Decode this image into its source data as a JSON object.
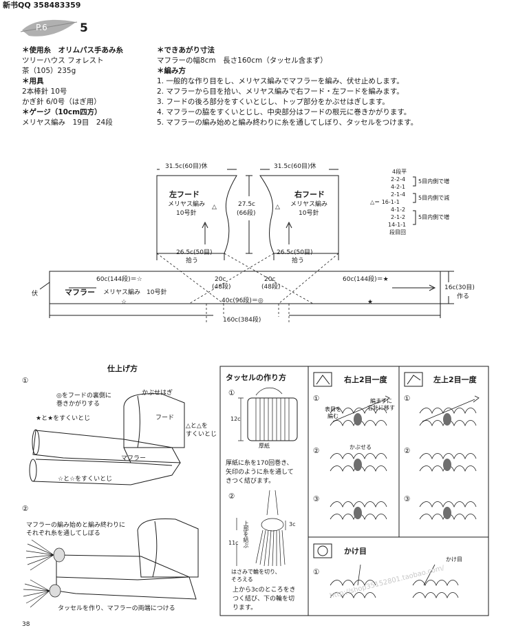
{
  "header": {
    "top_left": "新书QQ 358483359",
    "page_ref": "P.6",
    "pattern_number": "5"
  },
  "materials": {
    "yarn_heading": "＊使用糸　オリムパス手あみ糸",
    "yarn_name": "ツリーハウス フォレスト",
    "yarn_color": "茶（105）235g",
    "tools_heading": "＊用具",
    "tool_1": "2本棒針 10号",
    "tool_2": "かぎ針 6/0号（はぎ用）",
    "gauge_heading": "＊ゲージ（10cm四方）",
    "gauge_value": "メリヤス編み　19目　24段"
  },
  "finished": {
    "heading": "＊できあがり寸法",
    "value": "マフラーの幅8cm　長さ160cm（タッセル含まず）"
  },
  "instructions": {
    "heading": "＊編み方",
    "steps": [
      "1. 一般的な作り目をし、メリヤス編みでマフラーを編み、伏せ止めします。",
      "2. マフラーから目を拾い、メリヤス編みで右フード・左フードを編みます。",
      "3. フードの後ろ部分をすくいとじし、トップ部分をかぶせはぎします。",
      "4. マフラーの脇をすくいとじし、中央部分はフードの根元に巻きかがります。",
      "5. マフラーの編み始めと編み終わりに糸を通してしぼり、タッセルをつけます。"
    ]
  },
  "diagram": {
    "left_hood_top": "31.5c(60目)休",
    "right_hood_top": "31.5c(60目)休",
    "left_hood_title": "左フード",
    "right_hood_title": "右フード",
    "hood_stitch": "メリヤス編み",
    "hood_needle": "10号針",
    "hood_height": "27.5c",
    "hood_rows": "(66段)",
    "triangle": "△",
    "pickup_left": "26.5c(50目)",
    "pickup_right": "26.5c(50目)",
    "pickup_label": "拾う",
    "decrease_rows": [
      "4段平",
      "2-2-4",
      "4-2-1",
      "2-1-4",
      "△＝ 16-1-1",
      "4-1-2",
      "2-1-2",
      "14-1-1",
      "段目回"
    ],
    "decrease_notes": [
      "5目内側で増",
      "5目内側で減",
      "5目内側で増"
    ],
    "bind_off": "伏",
    "muffler_title": "マフラー",
    "muffler_stitch": "メリヤス編み　10号針",
    "muffler_left": "60c(144段)＝☆",
    "muffler_right": "60c(144段)＝★",
    "center_left": "20c",
    "center_left_rows": "(48段)",
    "center_right": "20c",
    "center_right_rows": "(48段)",
    "center_mark": "40c(96段)＝◎",
    "star_open": "☆",
    "star_solid": "★",
    "cast_on": "16c(30目)",
    "cast_on_note": "作る",
    "total_length": "160c(384段)"
  },
  "finishing": {
    "title": "仕上げ方",
    "step1_num": "①",
    "step1_note_a": "◎をフードの裏側に",
    "step1_note_b": "巻きかがりする",
    "step1_kabuse": "かぶせはぎ",
    "step1_hood": "フード",
    "step1_star": "★と★をすくいとじ",
    "step1_tri_a": "△と△を",
    "step1_tri_b": "すくいとじ",
    "step1_muffler": "マフラー",
    "step1_openstar": "☆と☆をすくいとじ",
    "step2_num": "②",
    "step2_note_a": "マフラーの編み始めと編み終わりに",
    "step2_note_b": "それぞれ糸を通してしぼる",
    "step2_tassel": "タッセルを作り、マフラーの両端につける"
  },
  "tassel": {
    "title": "タッセルの作り方",
    "num1": "①",
    "size": "12c",
    "board": "厚紙",
    "desc_1": "厚紙に糸を170回巻き、",
    "desc_2": "矢印のように糸を通して",
    "desc_3": "きつく結びます。",
    "num2": "②",
    "len_3": "3c",
    "len_11": "11c",
    "tie_label": "上部を結ぶ",
    "cut_1": "はさみで輪を切り、",
    "cut_2": "そろえる",
    "desc_4": "上から3cのところをき",
    "desc_5": "つく結び、下の輪を切",
    "desc_6": "ります。"
  },
  "stitch_right": {
    "title": "右上2目一度",
    "n1": "①",
    "n2": "②",
    "n3": "③",
    "note_a1": "表目を",
    "note_a2": "編む",
    "note_b1": "編まずに",
    "note_b2": "右針に移す",
    "note_c": "かぶせる"
  },
  "stitch_left": {
    "title": "左上2目一度",
    "n1": "①",
    "n2": "②",
    "n3": "③"
  },
  "yarn_over": {
    "title": "かけ目",
    "n1": "①",
    "note": "かけ目"
  },
  "footer": {
    "page_number": "38",
    "watermark": "http://shop35152801.taobao.com/"
  },
  "colors": {
    "ink": "#1a1a1a",
    "leaf": "#b0b0b0",
    "grey": "#8a8a8a",
    "fill": "#6e6e6e"
  }
}
